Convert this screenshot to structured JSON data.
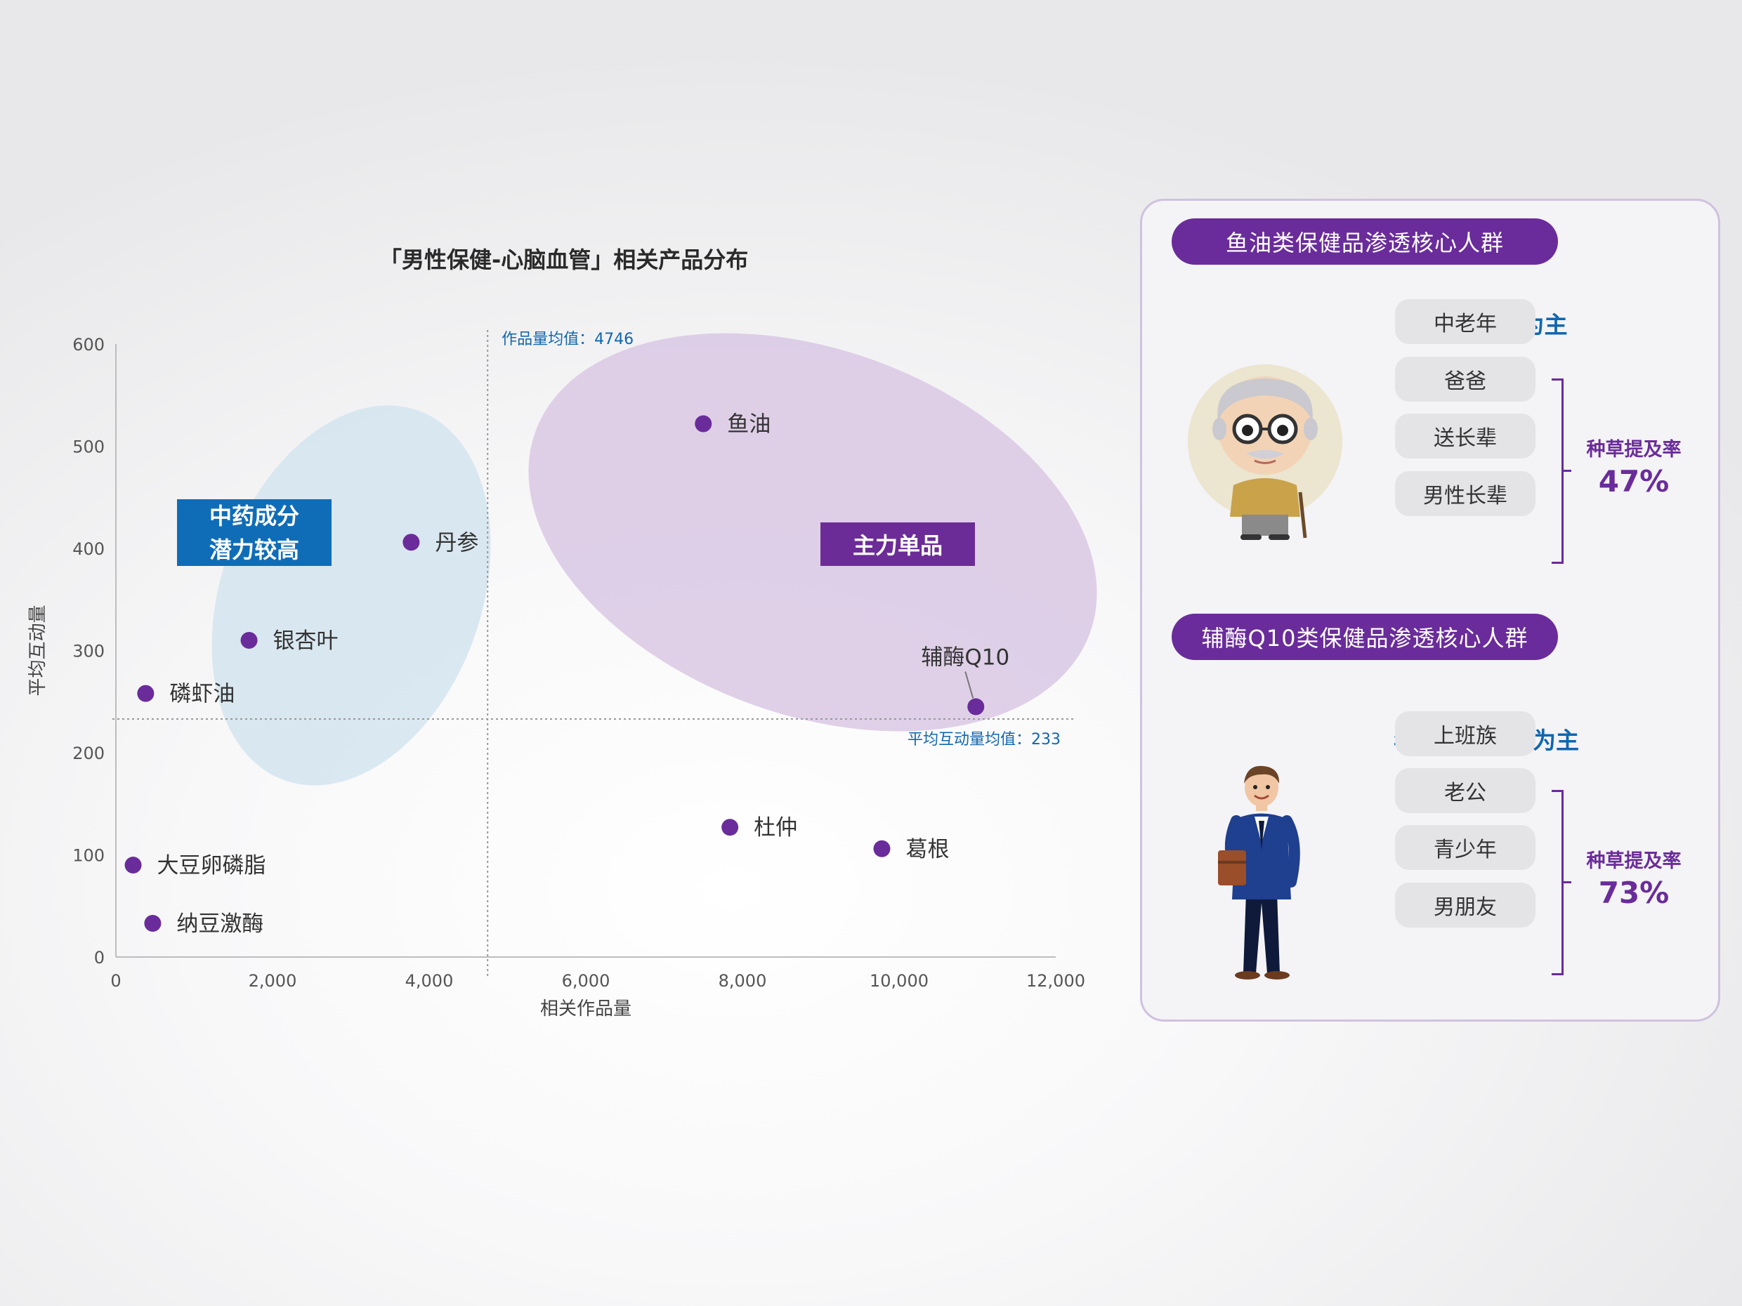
{
  "chart_data": {
    "type": "scatter",
    "title": "「男性保健-心脑血管」相关产品分布",
    "xlabel": "相关作品量",
    "ylabel": "平均互动量",
    "xlim": [
      0,
      12000
    ],
    "ylim": [
      0,
      600
    ],
    "xticks": [
      0,
      2000,
      4000,
      6000,
      8000,
      10000,
      12000
    ],
    "xtick_labels": [
      "0",
      "2,000",
      "4,000",
      "6,000",
      "8,000",
      "10,000",
      "12,000"
    ],
    "yticks": [
      0,
      100,
      200,
      300,
      400,
      500,
      600
    ],
    "ytick_labels": [
      "0",
      "100",
      "200",
      "300",
      "400",
      "500",
      "600"
    ],
    "grid": false,
    "points": [
      {
        "label": "鱼油",
        "x": 7500,
        "y": 522
      },
      {
        "label": "丹参",
        "x": 3770,
        "y": 406
      },
      {
        "label": "银杏叶",
        "x": 1700,
        "y": 310
      },
      {
        "label": "磷虾油",
        "x": 380,
        "y": 258
      },
      {
        "label": "辅酶Q10",
        "x": 10980,
        "y": 245
      },
      {
        "label": "杜仲",
        "x": 7840,
        "y": 127
      },
      {
        "label": "葛根",
        "x": 9780,
        "y": 106
      },
      {
        "label": "大豆卵磷脂",
        "x": 220,
        "y": 90
      },
      {
        "label": "纳豆激酶",
        "x": 470,
        "y": 33
      }
    ],
    "reference_lines": [
      {
        "axis": "x",
        "value": 4746,
        "label": "作品量均值：4746"
      },
      {
        "axis": "y",
        "value": 233,
        "label": "平均互动量均值：233"
      }
    ],
    "clusters": [
      {
        "label": "中药成分\n潜力较高",
        "color": "#d4e4ef"
      },
      {
        "label": "主力单品",
        "color": "#d9c8e4"
      }
    ],
    "colors": {
      "point": "#6a2c9a",
      "axis": "#bdbdbd",
      "ref_label": "#1266ae"
    }
  },
  "callouts": {
    "tcm_line1": "中药成分",
    "tcm_line2": "潜力较高",
    "main": "主力单品"
  },
  "panel": {
    "group1": {
      "heading": "鱼油类保健品渗透核心人群",
      "subheading": "中老年人群为主",
      "tags": [
        "中老年",
        "爸爸",
        "送长辈",
        "男性长辈"
      ],
      "rate_label": "种草提及率",
      "rate_value": "47%",
      "avatar_icon": "elderly-man-avatar"
    },
    "group2": {
      "heading": "辅酶Q10类保健品渗透核心人群",
      "subheading": "年轻男性人群为主",
      "tags": [
        "上班族",
        "老公",
        "青少年",
        "男朋友"
      ],
      "rate_label": "种草提及率",
      "rate_value": "73%",
      "avatar_icon": "young-man-avatar"
    },
    "colors": {
      "accent": "#6a2c9a",
      "subheading": "#1266ae",
      "border": "#cfc2de"
    }
  }
}
